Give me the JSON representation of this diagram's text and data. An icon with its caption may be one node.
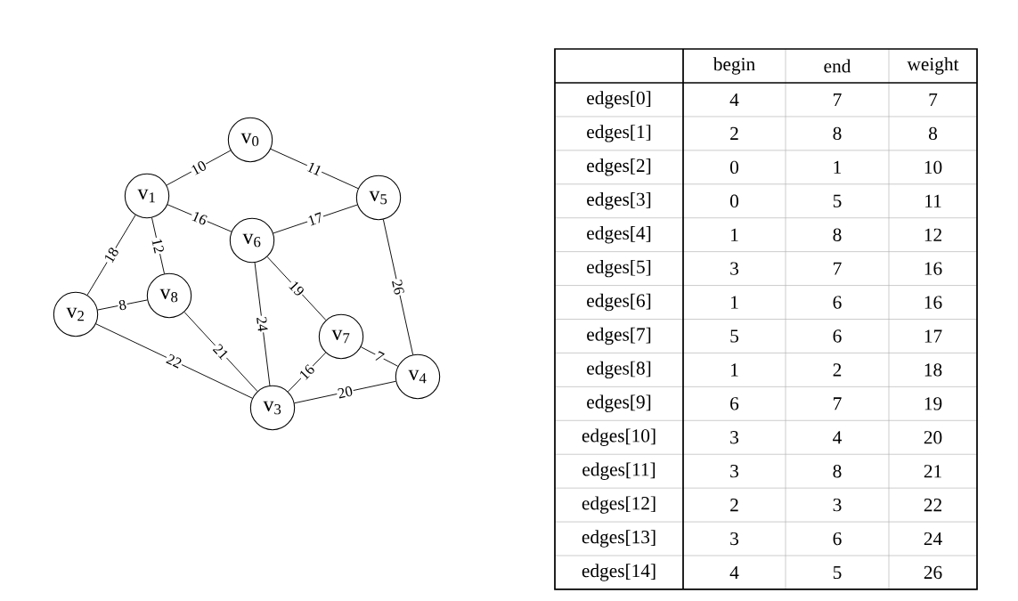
{
  "diagram": {
    "nodes": [
      {
        "text": [
          "v$_{0}$"
        ]
      },
      {
        "text": [
          "v$_{1}$"
        ]
      },
      {
        "text": [
          "v$_{5}$"
        ]
      },
      {
        "text": [
          "v$_{6}$"
        ]
      },
      {
        "text": [
          "v$_{8}$"
        ]
      },
      {
        "text": [
          "v$_{2}$"
        ]
      },
      {
        "text": [
          "v$_{7}$"
        ]
      },
      {
        "text": [
          "v$_{4}$"
        ]
      },
      {
        "text": [
          "v$_{3}$"
        ]
      }
    ],
    "edges": [
      {
        "from": 0,
        "to": 1,
        "arrow": "none",
        "label": "10"
      },
      {
        "from": 0,
        "to": 2,
        "arrow": "none",
        "label": "11"
      },
      {
        "from": 1,
        "to": 3,
        "arrow": "none",
        "label": "16"
      },
      {
        "from": 2,
        "to": 3,
        "arrow": "none",
        "label": "17"
      },
      {
        "from": 1,
        "to": 5,
        "arrow": "none",
        "label": "18"
      },
      {
        "from": 1,
        "to": 4,
        "arrow": "none",
        "label": "12"
      },
      {
        "from": 5,
        "to": 4,
        "arrow": "none",
        "label": "8"
      },
      {
        "from": 3,
        "to": 8,
        "arrow": "none",
        "label": "24"
      },
      {
        "from": 3,
        "to": 6,
        "arrow": "none",
        "label": "19"
      },
      {
        "from": 2,
        "to": 7,
        "arrow": "none",
        "label": "26"
      },
      {
        "from": 4,
        "to": 8,
        "arrow": "none",
        "label": "21"
      },
      {
        "from": 5,
        "to": 8,
        "arrow": "none",
        "label": "22"
      },
      {
        "from": 6,
        "to": 8,
        "arrow": "none",
        "label": "16"
      },
      {
        "from": 6,
        "to": 7,
        "arrow": "none",
        "label": "7"
      },
      {
        "from": 8,
        "to": 7,
        "arrow": "none",
        "label": "20"
      }
    ],
    "labels": [
      "begin",
      "end",
      "weight",
      "edges[0]",
      "4",
      "7",
      "7",
      "edges[1]",
      "2",
      "8",
      "8",
      "edges[2]",
      "0",
      "1",
      "10",
      "edges[3]",
      "0",
      "5",
      "11",
      "edges[4]",
      "1",
      "8",
      "12",
      "edges[5]",
      "3",
      "7",
      "16",
      "edges[6]",
      "1",
      "6",
      "16",
      "edges[7]",
      "5",
      "6",
      "17",
      "edges[8]",
      "1",
      "2",
      "18",
      "edges[9]",
      "6",
      "7",
      "19",
      "edges[10]",
      "3",
      "4",
      "20",
      "edges[11]",
      "3",
      "8",
      "21",
      "edges[12]",
      "2",
      "3",
      "22",
      "edges[13]",
      "3",
      "6",
      "24",
      "edges[14]",
      "4",
      "5",
      "26"
    ]
  }
}
